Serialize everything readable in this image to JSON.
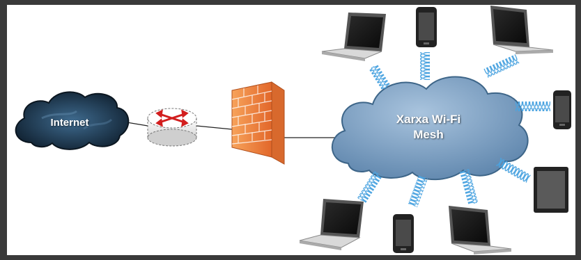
{
  "labels": {
    "internet": "Internet",
    "mesh_line1": "Xarxa Wi-Fi",
    "mesh_line2": "Mesh"
  },
  "colors": {
    "background": "#3a3a3a",
    "canvas": "#ffffff",
    "internet_cloud": "#1f3f5a",
    "mesh_cloud": "#7ea3c6",
    "firewall": "#f08a3c",
    "router_arrows": "#d21e1e",
    "wifi_coil": "#4aa3e0"
  },
  "icons": {
    "internet": "dark-cloud-icon",
    "router": "router-icon",
    "firewall": "brick-firewall-icon",
    "mesh": "mesh-cloud-icon",
    "devices": [
      "laptop-icon",
      "smartphone-icon",
      "laptop-icon",
      "smartphone-icon",
      "tablet-icon",
      "laptop-icon",
      "smartphone-icon",
      "laptop-icon"
    ]
  }
}
